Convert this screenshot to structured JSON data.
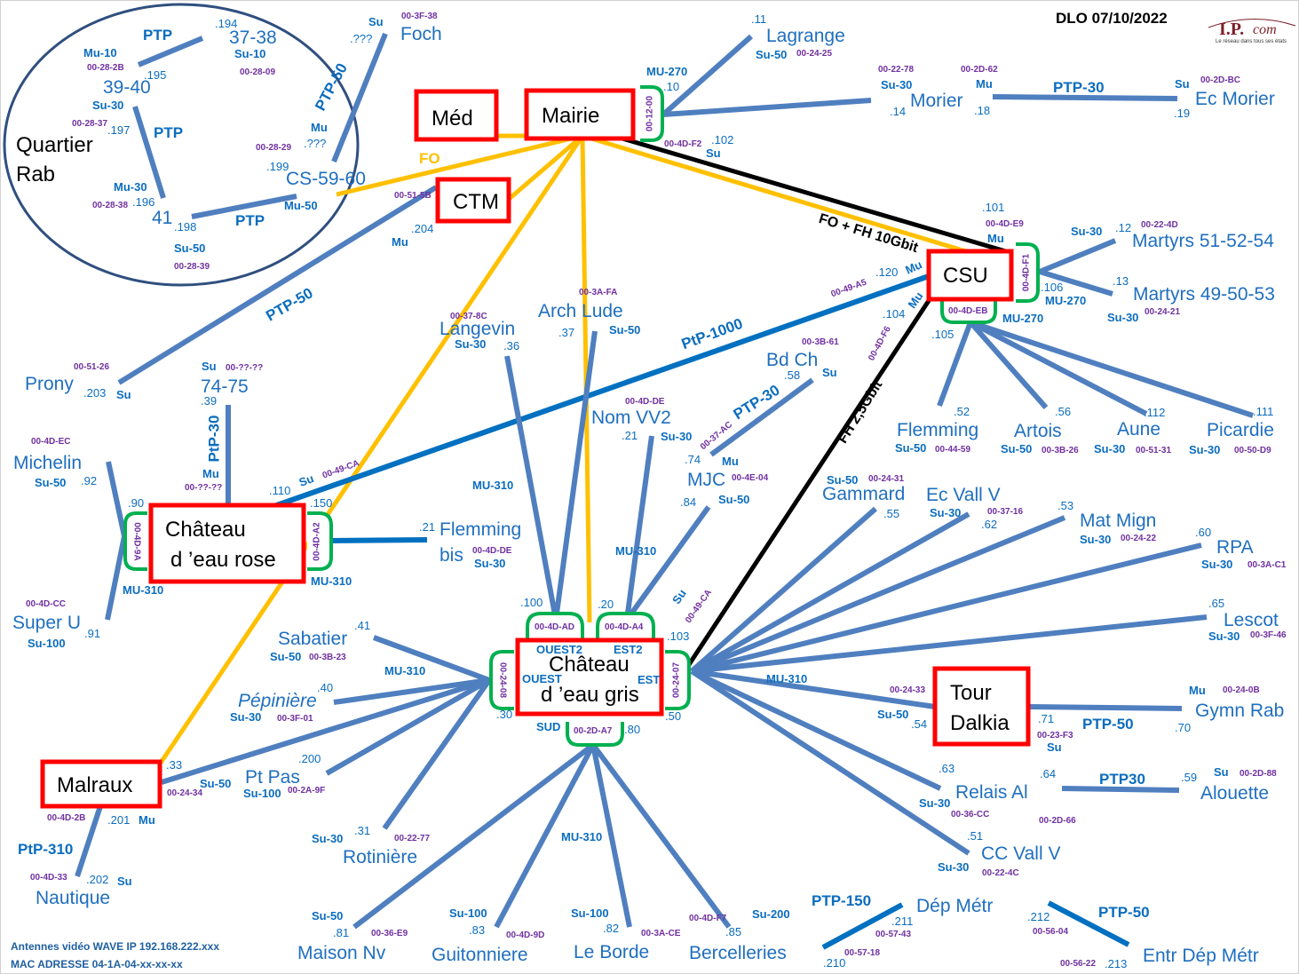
{
  "colors": {
    "link": "#4f7fbf",
    "strong_link": "#0070c0",
    "fiber": "#ffc000",
    "radio": "#000000",
    "node_border": "#ff0000",
    "bracket": "#00b050"
  },
  "labels": [
    "DLO 07/10/2022",
    "I.P.",
    "Le réseau dans tous ses états",
    "Quartier",
    "Rab",
    "PTP",
    ".194",
    "37-38",
    "Mu-10",
    "Su-10",
    "00-28-2B",
    "00-28-09",
    ".195",
    "39-40",
    "Su-30",
    "00-28-37",
    ".197",
    "PTP",
    "Mu-30",
    "00-28-38",
    ".196",
    "41",
    ".198",
    "PTP",
    "Su-50",
    "00-28-39",
    "00-28-29",
    ".???",
    "Mu",
    "PTP-50",
    ".199",
    "CS-59-60",
    "Mu-50",
    "Su",
    "00-3F-38",
    ".???",
    "Foch",
    "Méd",
    "Mairie",
    "FO",
    "CTM",
    "00-51-5B",
    ".204",
    "Mu",
    "PTP-50",
    "00-51-26",
    "Prony",
    ".203",
    "Su",
    ".11",
    "Lagrange",
    "Su-50",
    "00-24-25",
    "MU-270",
    ".10",
    "00-12-00",
    "00-4D-F2",
    ".102",
    "Su",
    "00-22-78",
    "00-2D-62",
    "Su-30",
    "Mu",
    "Morier",
    ".14",
    ".18",
    "PTP-30",
    "Su",
    "00-2D-BC",
    "Ec Morier",
    ".19",
    "FO + FH 10Gbit",
    "CSU",
    ".101",
    "00-4D-E9",
    "Mu",
    "00-4D-F1",
    "Su-30",
    ".12",
    "00-22-4D",
    "Martyrs 51-52-54",
    ".106",
    ".13",
    "Martyrs 49-50-53",
    "MU-270",
    "00-24-21",
    "Su-30",
    "00-4D-EB",
    "MU-270",
    ".120",
    "Mu",
    "00-49-A5",
    ".104",
    "Mu",
    "00-4D-F6",
    ".105",
    "FH 2,5Gbit",
    "PtP-1000",
    ".52",
    "Flemming",
    "Su-50",
    "00-44-59",
    ".56",
    "Artois",
    "Su-50",
    "00-3B-26",
    ".112",
    "Aune",
    "Su-30",
    "00-51-31",
    ".111",
    "Picardie",
    "Su-30",
    "00-50-D9",
    "00-3A-FA",
    "Arch Lude",
    ".37",
    "Su-50",
    "00-37-8C",
    "Langevin",
    "Su-30",
    ".36",
    "00-3B-61",
    "Bd Ch",
    ".58",
    "Su",
    "PTP-30",
    "00-4D-DE",
    "Nom VV2",
    ".21",
    "Su-30",
    "00-37-AC",
    ".74",
    "Mu",
    "MJC",
    "00-4E-04",
    ".84",
    "Su-50",
    "MU-310",
    "MU-310",
    "Su",
    "00-??-??",
    "74-75",
    ".39",
    "PtP-30",
    "Mu",
    "00-??-??",
    "00-4D-EC",
    "Michelin",
    "Su-50",
    ".92",
    ".90",
    "00-4D-9A",
    "Château",
    "d ’eau rose",
    ".110",
    "Su",
    "00-49-CA",
    ".150",
    "00-4D-A2",
    "MU-310",
    "MU-310",
    ".21",
    "Flemming",
    "bis",
    "00-4D-DE",
    "Su-30",
    "00-4D-CC",
    "Super U",
    ".91",
    "Su-100",
    ".100",
    ".20",
    "00-4D-AD",
    "00-4D-A4",
    "Su",
    "00-49-CA",
    ".103",
    "OUEST2",
    "EST2",
    "Château",
    "OUEST",
    "EST",
    "d ’eau gris",
    "00-24-07",
    "00-24-08",
    ".50",
    ".30",
    "SUD",
    "00-2D-A7",
    ".80",
    "Sabatier",
    ".41",
    "Su-50",
    "00-3B-23",
    "MU-310",
    "Pépinière",
    ".40",
    "Su-30",
    "00-3F-01",
    ".200",
    "Pt Pas",
    "Su-50",
    "00-24-34",
    "Su-100",
    "00-2A-9F",
    ".33",
    "Malraux",
    "00-4D-2B",
    ".201",
    "Mu",
    "PtP-310",
    "00-4D-33",
    ".202",
    "Su",
    "Nautique",
    ".31",
    "Su-30",
    "00-22-77",
    "Rotinière",
    "MU-310",
    "Su-50",
    ".81",
    "00-36-E9",
    "Maison Nv",
    "Su-100",
    ".83",
    "00-4D-9D",
    "Guitonniere",
    "Su-100",
    ".82",
    "00-3A-CE",
    "Le Borde",
    "00-4D-F7",
    "Su-200",
    ".85",
    "Bercelleries",
    "Antennes vidéo WAVE IP 192.168.222.xxx",
    "MAC ADRESSE 04-1A-04-xx-xx-xx",
    "Su-50",
    "00-24-31",
    "Gammard",
    ".55",
    "Ec Vall V",
    "Su-30",
    "00-37-16",
    ".62",
    ".53",
    "Mat Mign",
    "Su-30",
    "00-24-22",
    ".60",
    "RPA",
    "Su-30",
    "00-3A-C1",
    ".65",
    "Lescot",
    "Su-30",
    "00-3F-46",
    "MU-310",
    "Tour",
    "Dalkia",
    "00-24-33",
    "Su-50",
    ".54",
    ".71",
    "00-23-F3",
    "Su",
    "PTP-50",
    "Mu",
    "00-24-0B",
    "Gymn Rab",
    ".70",
    ".63",
    "Relais Al",
    "Su-30",
    "00-36-CC",
    ".64",
    "00-2D-66",
    "PTP30",
    ".59",
    "Su",
    "00-2D-88",
    "Alouette",
    ".51",
    "CC Vall V",
    "Su-30",
    "00-22-4C",
    "PTP-150",
    "Dép Métr",
    ".211",
    "00-57-43",
    "00-57-18",
    ".210",
    ".212",
    "00-56-04",
    "PTP-50",
    "Entr Dép Métr",
    "00-56-22",
    ".213",
    "com"
  ]
}
